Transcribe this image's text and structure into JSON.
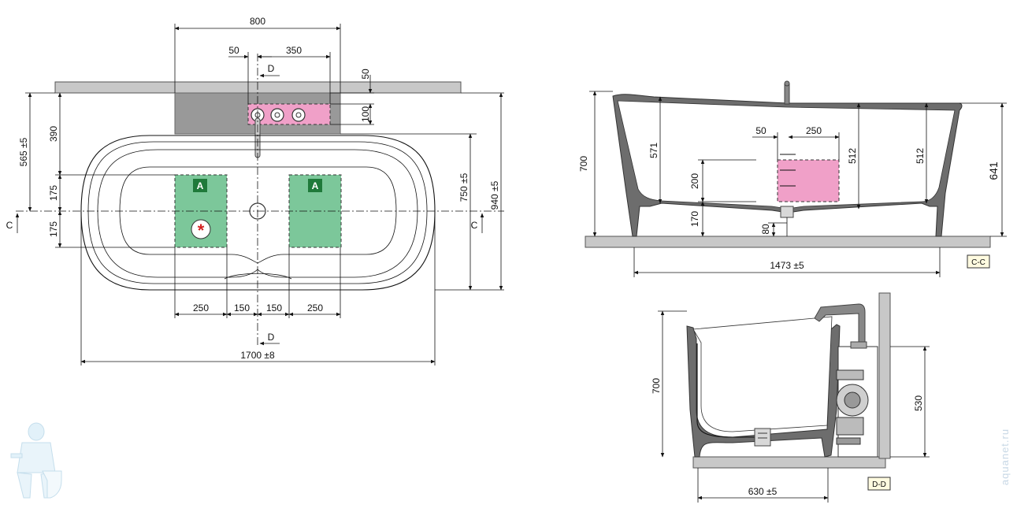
{
  "plan": {
    "dims": {
      "top_800": "800",
      "top_50": "50",
      "top_350": "350",
      "top_D": "D",
      "right_50": "50",
      "right_100": "100",
      "left_565": "565 ±5",
      "left_390": "390",
      "left_175a": "175",
      "left_175b": "175",
      "left_C": "C",
      "right_C": "C",
      "right_750": "750 ±5",
      "right_940": "940 ±5",
      "bot_250a": "250",
      "bot_150a": "150",
      "bot_150b": "150",
      "bot_250b": "250",
      "bot_D": "D",
      "bot_1700": "1700 ±8"
    },
    "zone_a_left": "A",
    "zone_a_right": "A",
    "drain_symbol": "*"
  },
  "section_cc": {
    "dims": {
      "h700": "700",
      "h571": "571",
      "h50": "50",
      "h250": "250",
      "h200": "200",
      "h170": "170",
      "h80": "80",
      "h512a": "512",
      "h512b": "512",
      "h641": "641",
      "w1473": "1473 ±5"
    },
    "label": "C-C"
  },
  "section_dd": {
    "dims": {
      "h700": "700",
      "h530": "530",
      "w630": "630 ±5"
    },
    "label": "D-D"
  },
  "watermark": "aquanet.ru"
}
